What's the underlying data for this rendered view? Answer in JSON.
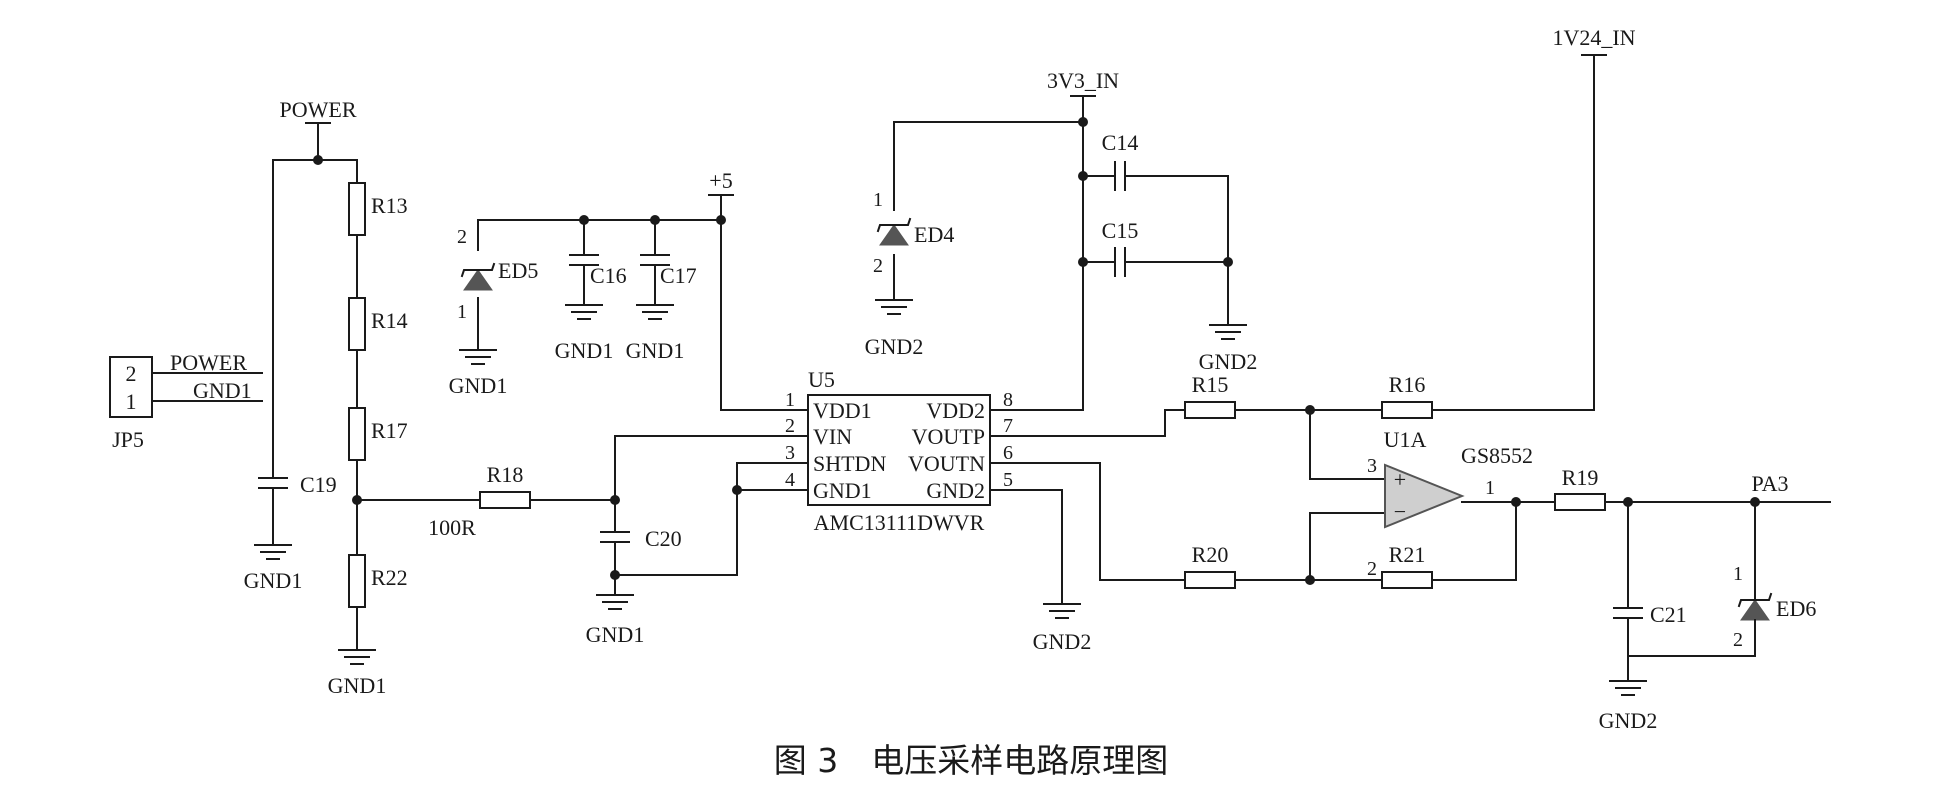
{
  "caption": "图 3　电压采样电路原理图",
  "nets": {
    "power": "POWER",
    "plus5": "+5",
    "v3v3_in": "3V3_IN",
    "v1v24_in": "1V24_IN",
    "pa3": "PA3"
  },
  "jp5": {
    "designator": "JP5",
    "pin2": "2",
    "pin1": "1",
    "net_power": "POWER",
    "net_gnd1": "GND1"
  },
  "resistors": {
    "r13": "R13",
    "r14": "R14",
    "r17": "R17",
    "r22": "R22",
    "r18": "R18",
    "r18_value": "100R",
    "r15": "R15",
    "r16": "R16",
    "r20": "R20",
    "r21": "R21",
    "r19": "R19"
  },
  "capacitors": {
    "c19": "C19",
    "c16": "C16",
    "c17": "C17",
    "c20": "C20",
    "c14": "C14",
    "c15": "C15",
    "c21": "C21"
  },
  "diodes": {
    "ed5": "ED5",
    "ed5_pin_top": "2",
    "ed5_pin_bottom": "1",
    "ed4": "ED4",
    "ed4_pin_top": "1",
    "ed4_pin_bottom": "2",
    "ed6": "ED6",
    "ed6_pin_top": "1",
    "ed6_pin_bottom": "2"
  },
  "grounds": {
    "gnd1_c19": "GND1",
    "gnd1_r22": "GND1",
    "gnd1_ed5": "GND1",
    "gnd1_c16": "GND1",
    "gnd1_c17": "GND1",
    "gnd1_c20": "GND1",
    "gnd2_ed4": "GND2",
    "gnd2_c14": "GND2",
    "gnd2_u5": "GND2",
    "gnd2_c21": "GND2"
  },
  "u5": {
    "designator": "U5",
    "part_number": "AMC13111DWVR",
    "pins": [
      {
        "num": "1",
        "name": "VDD1"
      },
      {
        "num": "2",
        "name": "VIN"
      },
      {
        "num": "3",
        "name": "SHTDN"
      },
      {
        "num": "4",
        "name": "GND1"
      },
      {
        "num": "8",
        "name": "VDD2"
      },
      {
        "num": "7",
        "name": "VOUTP"
      },
      {
        "num": "6",
        "name": "VOUTN"
      },
      {
        "num": "5",
        "name": "GND2"
      }
    ]
  },
  "u1a": {
    "designator": "U1A",
    "part_number": "GS8552",
    "plus": "+",
    "minus": "−",
    "pin_plus": "3",
    "pin_minus": "2",
    "pin_out": "1"
  }
}
